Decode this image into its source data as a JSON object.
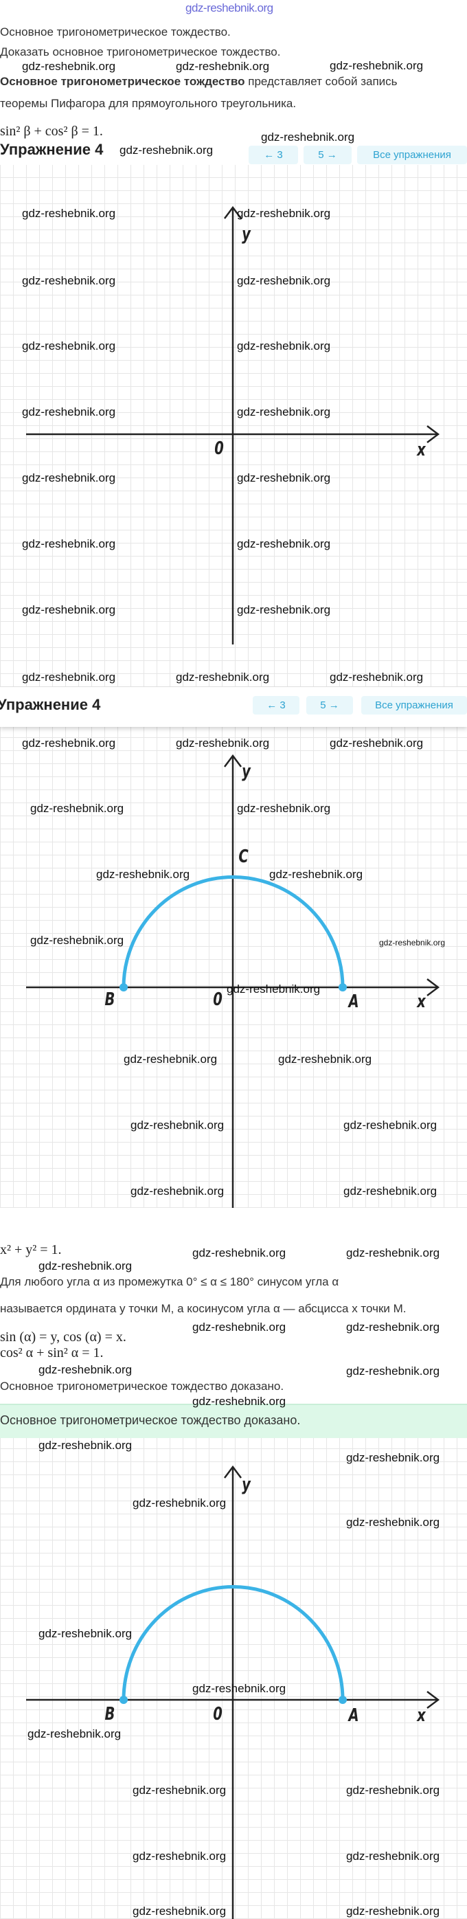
{
  "watermark": "gdz-reshebnik.org",
  "top_logo": "gdz-reshebnik.org",
  "intro": {
    "title": "Основное тригонометрическое тождество.",
    "task": "Доказать основное тригонометрическое тождество.",
    "def_bold": "Основное тригонометрическое тождество",
    "def_rest": " представляет собой запись",
    "def_line2": "теоремы Пифагора для прямоугольного треугольника.",
    "formula": "sin² β + cos² β = 1."
  },
  "nav": {
    "heading": "Упражнение 4",
    "prev": "← 3",
    "next": "5 →",
    "all": "Все упражнения"
  },
  "graph_labels": {
    "y": "y",
    "x": "x",
    "o": "0",
    "a": "A",
    "b": "B",
    "c": "C"
  },
  "solution": {
    "eq1": "x² + y² = 1.",
    "line1": "Для любого угла α из промежутка 0° ≤ α ≤ 180° синусом угла α",
    "line2": "называется ордината y точки M, а косинусом угла α — абсцисса x точки M.",
    "eq2": "sin (α) = y, cos (α) = x.",
    "eq3": "cos² α + sin² α = 1.",
    "conclusion": "Основное тригонометрическое тождество доказано.",
    "banner": "Основное тригонометрическое тождество доказано."
  },
  "colors": {
    "arc": "#3bb3e6",
    "accent": "#2ea3d1",
    "banner": "#ddf8e8"
  }
}
